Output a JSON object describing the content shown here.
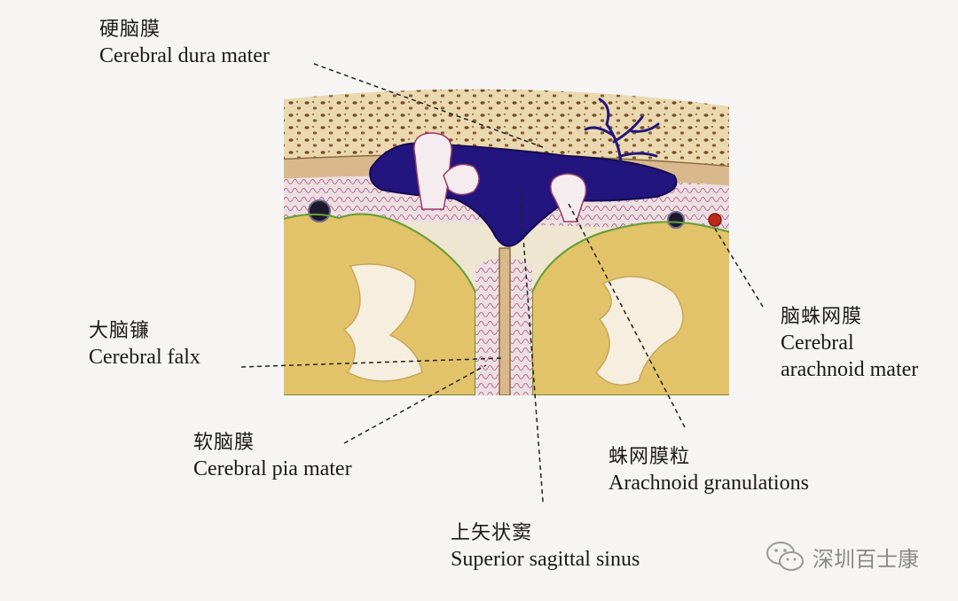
{
  "figure": {
    "labels": {
      "dura": {
        "zh": "硬脑膜",
        "en": "Cerebral dura mater"
      },
      "falx": {
        "zh": "大脑镰",
        "en": "Cerebral falx"
      },
      "pia": {
        "zh": "软脑膜",
        "en": "Cerebral pia mater"
      },
      "sinus": {
        "zh": "上矢状窦",
        "en": "Superior sagittal sinus"
      },
      "granulations": {
        "zh": "蛛网膜粒",
        "en": "Arachnoid granulations"
      },
      "arachnoid": {
        "zh": "脑蛛网膜",
        "en": [
          "Cerebral",
          "arachnoid mater"
        ]
      }
    },
    "watermark": {
      "text": "深圳百士康",
      "icon": "wechat-icon"
    },
    "colors": {
      "sinus": "#23157e",
      "brain": "#e2c36a",
      "bone": "#ead9b0",
      "membrane": "#dcc7ce",
      "vessel_red": "#c0281c"
    }
  }
}
